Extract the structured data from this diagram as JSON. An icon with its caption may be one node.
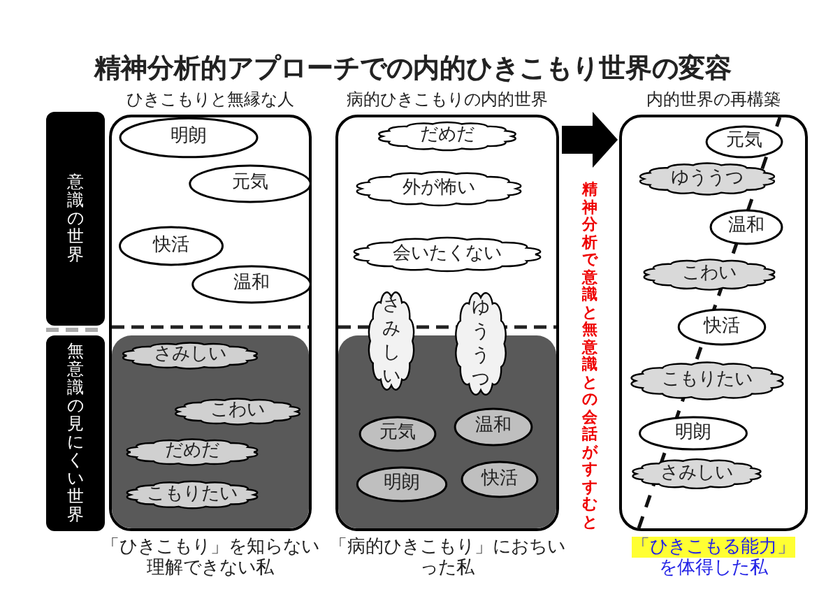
{
  "diagram": {
    "title": "精神分析的アプローチでの内的ひきこもり世界の変容",
    "nodes": [
      {
        "text": [
          "意識の世界"
        ]
      },
      {
        "text": [
          "無意識の見にくい世界"
        ]
      },
      {
        "text": [
          "ひきこもりと無縁な人"
        ],
        "beside": [
          "「ひきこもり」を知らない理解できない私"
        ]
      },
      {
        "text": [
          "明朗"
        ],
        "in": 2
      },
      {
        "text": [
          "元気"
        ],
        "in": 2
      },
      {
        "text": [
          "快活"
        ],
        "in": 2
      },
      {
        "text": [
          "温和"
        ],
        "in": 2
      },
      {
        "text": [],
        "shape": "box",
        "in": 2
      },
      {
        "text": [
          "さみしい"
        ],
        "in": 7
      },
      {
        "text": [
          "こわい"
        ],
        "in": 7
      },
      {
        "text": [
          "だめだ"
        ],
        "in": 7
      },
      {
        "text": [
          "こもりたい"
        ],
        "in": 7
      },
      {
        "text": [
          "病的ひきこもりの内的世界"
        ],
        "beside": [
          "「病的ひきこもり」におちいった私"
        ]
      },
      {
        "text": [
          "だめだ"
        ],
        "in": 12
      },
      {
        "text": [
          "外が怖い"
        ],
        "in": 12
      },
      {
        "text": [
          "会いたくない"
        ],
        "in": 12
      },
      {
        "text": [],
        "shape": "box",
        "in": 12
      },
      {
        "text": [
          "さみしい"
        ],
        "in": 12
      },
      {
        "text": [
          "ゆううつ"
        ],
        "in": 12
      },
      {
        "text": [
          "元気"
        ],
        "in": 16
      },
      {
        "text": [
          "温和"
        ],
        "in": 16
      },
      {
        "text": [
          "明朗"
        ],
        "in": 16
      },
      {
        "text": [
          "快活"
        ],
        "in": 16
      },
      {
        "text": [
          "内的世界の再構築"
        ],
        "beside": [
          "「ひきこもる能力」",
          "を体得した私"
        ]
      },
      {
        "text": [
          "元気"
        ],
        "in": 23
      },
      {
        "text": [
          "ゆううつ"
        ],
        "in": 23
      },
      {
        "text": [
          "温和"
        ],
        "in": 23
      },
      {
        "text": [
          "こわい"
        ],
        "in": 23
      },
      {
        "text": [
          "快活"
        ],
        "in": 23
      },
      {
        "text": [
          "こもりたい"
        ],
        "in": 23
      },
      {
        "text": [
          "明朗"
        ],
        "in": 23
      },
      {
        "text": [
          "さみしい"
        ],
        "in": 23
      }
    ],
    "edges": [
      {
        "from": 12,
        "to": 23,
        "arrow": "to",
        "label": "精神分析で意識と無意識との会話がすすむと"
      }
    ]
  }
}
